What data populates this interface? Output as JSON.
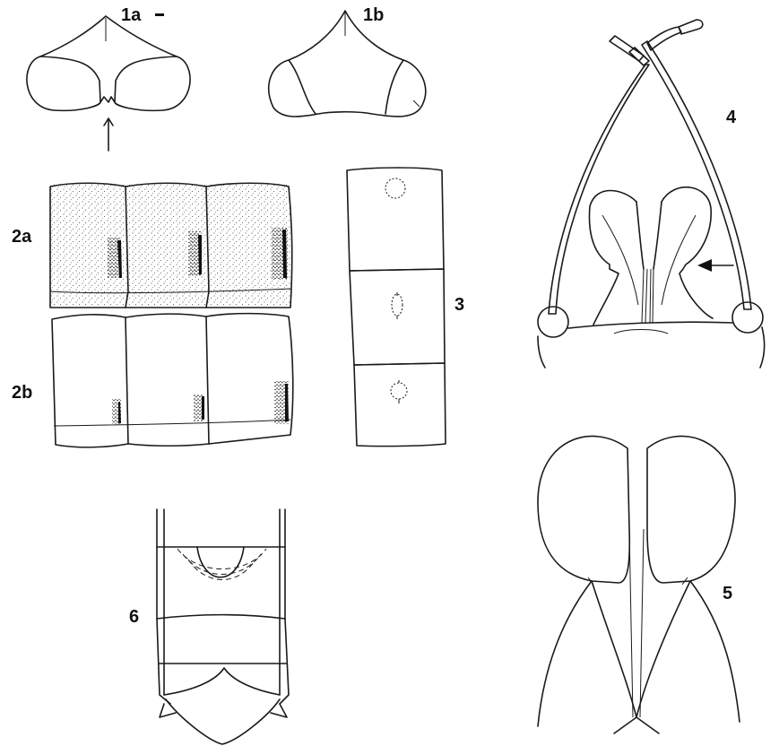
{
  "figure_labels": {
    "f1a": "1a",
    "f1b": "1b",
    "f2a": "2a",
    "f2b": "2b",
    "f3": "3",
    "f4": "4",
    "f5": "5",
    "f6": "6"
  }
}
